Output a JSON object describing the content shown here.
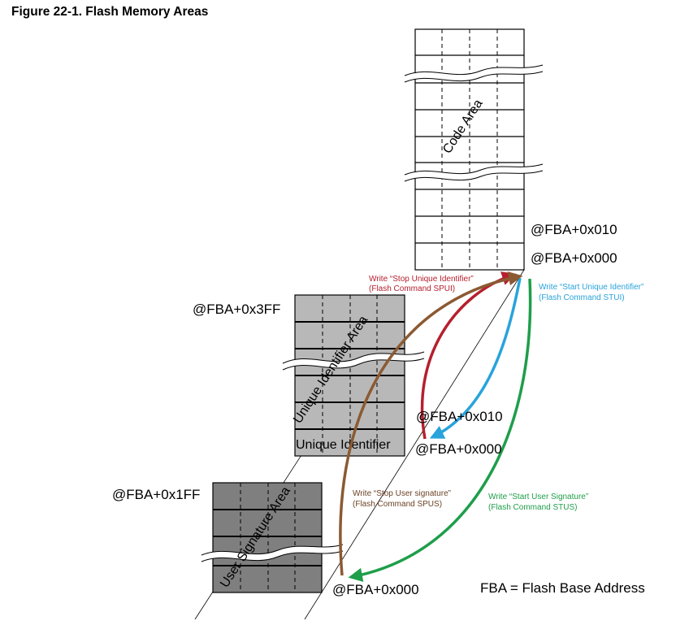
{
  "title": "Figure 22-1.  Flash Memory Areas",
  "areas": {
    "code": "Code Area",
    "unique_identifier": "Unique Identifier Area",
    "unique_identifier_cell": "Unique Identifier",
    "user_signature": "User Signature Area"
  },
  "addresses": {
    "code_010": "@FBA+0x010",
    "code_000": "@FBA+0x000",
    "uid_3ff": "@FBA+0x3FF",
    "uid_010": "@FBA+0x010",
    "uid_000": "@FBA+0x000",
    "us_1ff": "@FBA+0x1FF",
    "us_000": "@FBA+0x000"
  },
  "commands": {
    "stop_uid_line1": "Write “Stop Unique Identifier”",
    "stop_uid_line2": "(Flash Command SPUI)",
    "start_uid_line1": "Write “Start Unique Identifier”",
    "start_uid_line2": "(Flash Command STUI)",
    "stop_us_line1": "Write “Stop User signature”",
    "stop_us_line2": "(Flash Command SPUS)",
    "start_us_line1": "Write “Start User Signature”",
    "start_us_line2": "(Flash Command STUS)"
  },
  "legend": "FBA = Flash Base Address",
  "colors": {
    "stop_uid": "#b5202e",
    "start_uid": "#29a3db",
    "stop_us": "#8b5a32",
    "start_us": "#1e9e4a",
    "stop_uid_text": "#b5202e",
    "start_uid_text": "#29a3db",
    "stop_us_text": "#6b4226",
    "start_us_text": "#1e9e4a",
    "uid_fill": "#b8b8b8",
    "us_fill": "#7f7f7f"
  }
}
